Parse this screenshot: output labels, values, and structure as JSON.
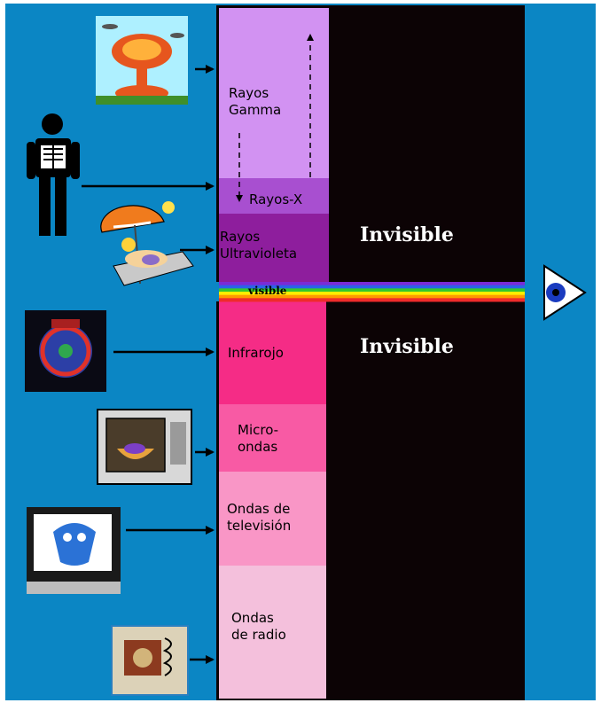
{
  "colors": {
    "background": "#0b86c4",
    "dark_panel": "#0c0305",
    "gamma": "#d292f2",
    "xray": "#a84fd0",
    "uv": "#8e1e9d",
    "infrared": "#f52c86",
    "microwave": "#f85aa4",
    "tv": "#f996c6",
    "radio": "#f4c0dc",
    "visible_spectrum": [
      "#ef2b2b",
      "#ff9a00",
      "#ffee00",
      "#34c82d",
      "#2b62e8",
      "#7a2bd6"
    ]
  },
  "bands": {
    "gamma": "Rayos\nGamma",
    "xray": "Rayos-X",
    "uv": "Rayos\nUltravioleta",
    "visible": "visible",
    "infrared": "Infrarojo",
    "microwave": "Micro-\nondas",
    "tv": "Ondas de\ntelevisión",
    "radio": "Ondas\nde radio"
  },
  "invisible_top": "Invisible",
  "invisible_bottom": "Invisible",
  "icons": [
    "nuclear-explosion-icon",
    "xray-person-icon",
    "sunbather-icon",
    "heater-icon",
    "microwave-oven-icon",
    "television-icon",
    "radio-icon",
    "eye-icon"
  ]
}
